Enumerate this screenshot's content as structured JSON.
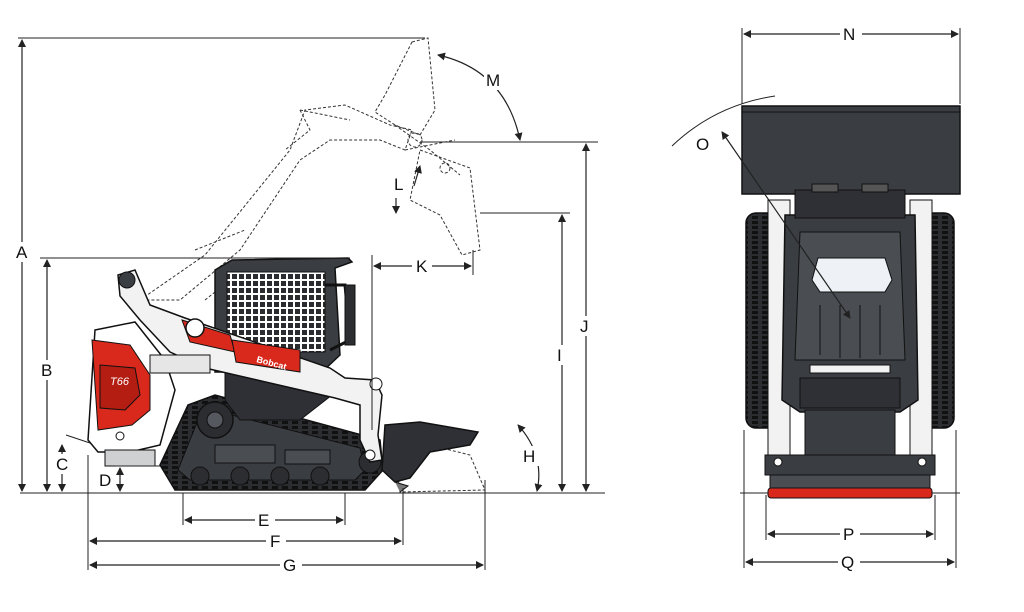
{
  "labels": {
    "A": "A",
    "B": "B",
    "C": "C",
    "D": "D",
    "E": "E",
    "F": "F",
    "G": "G",
    "H": "H",
    "I": "I",
    "J": "J",
    "K": "K",
    "L": "L",
    "M": "M",
    "N": "N",
    "O": "O",
    "P": "P",
    "Q": "Q"
  },
  "decal": {
    "brand": "Bobcat",
    "model": "T66"
  },
  "colors": {
    "accent_red": "#d9291c",
    "body_dark": "#3a3d42",
    "body_light": "#f2f2f2",
    "line": "#222222"
  }
}
